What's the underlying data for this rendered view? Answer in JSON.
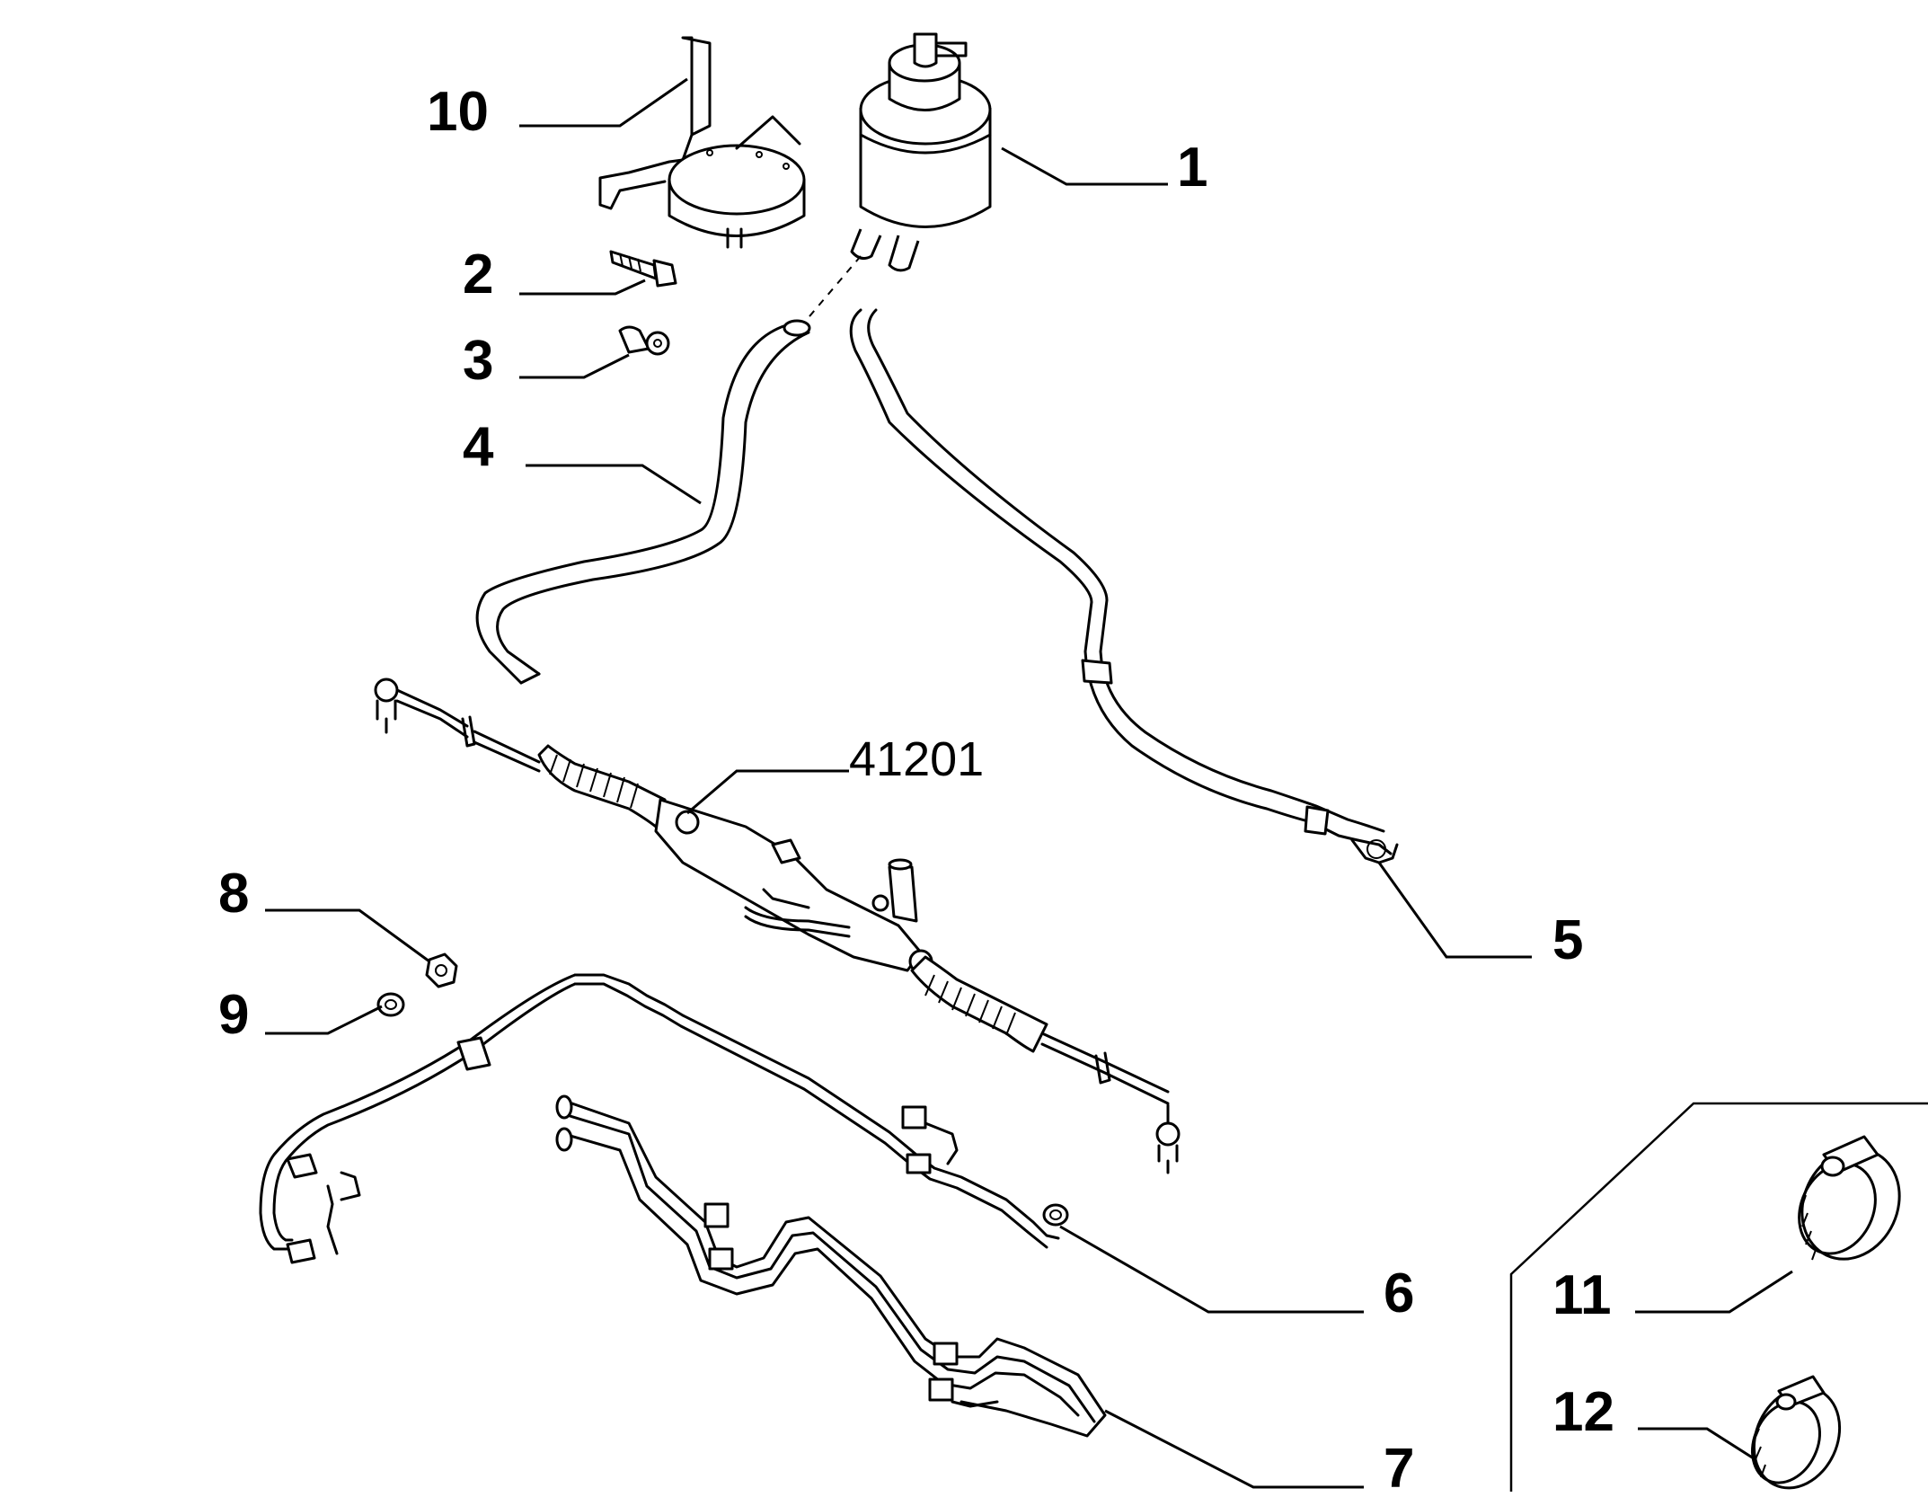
{
  "labels": {
    "p1": "1",
    "p2": "2",
    "p3": "3",
    "p4": "4",
    "p5": "5",
    "p6": "6",
    "p7": "7",
    "p8": "8",
    "p9": "9",
    "p10": "10",
    "p11": "11",
    "p12": "12",
    "assembly": "41201"
  }
}
